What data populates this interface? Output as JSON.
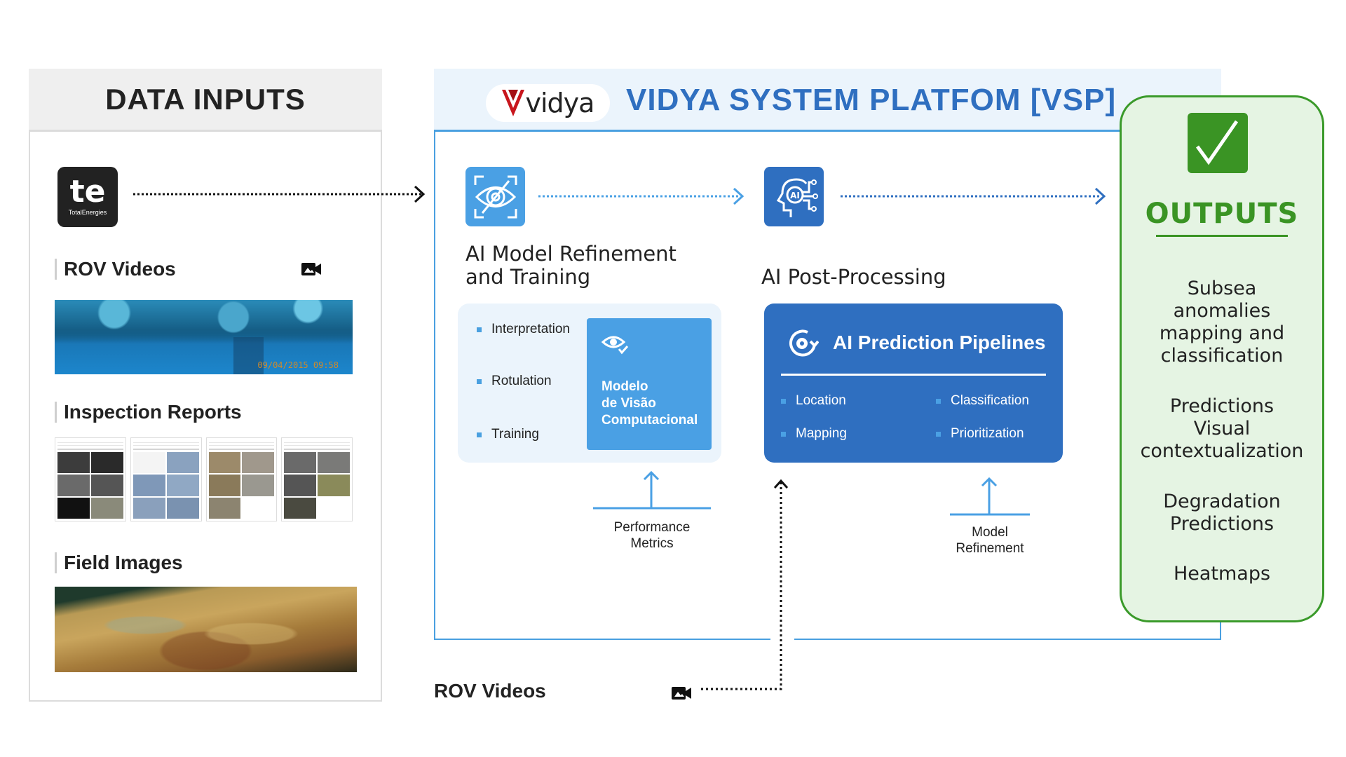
{
  "data_inputs": {
    "title": "DATA INPUTS",
    "source_logo": {
      "name": "TotalEnergies",
      "mark": "te"
    },
    "sections": [
      {
        "label": "ROV Videos",
        "icon": "video-camera-icon",
        "image_timestamp": "09/04/2015 09:58"
      },
      {
        "label": "Inspection Reports",
        "report_count": 4
      },
      {
        "label": "Field Images"
      }
    ]
  },
  "platform": {
    "logo_text": "vidya",
    "title": "VIDYA SYSTEM PLATFOM [VSP]",
    "steps": [
      {
        "icon": "eye-gear-icon",
        "title_line1": "AI Model Refinement",
        "title_line2": "and Training"
      },
      {
        "icon": "ai-head-icon",
        "title": "AI Post-Processing"
      }
    ],
    "training_card": {
      "bullets": [
        "Interpretation",
        "Rotulation",
        "Training"
      ],
      "model_box": {
        "line1": "Modelo",
        "line2": "de Visão",
        "line3": "Computacional"
      }
    },
    "prediction_card": {
      "title": "AI Prediction Pipelines",
      "bullets": [
        "Location",
        "Classification",
        "Mapping",
        "Prioritization"
      ]
    },
    "feedback": [
      {
        "line1": "Performance",
        "line2": "Metrics"
      },
      {
        "line1": "Model",
        "line2": "Refinement"
      }
    ],
    "bottom_input": {
      "label": "ROV Videos"
    }
  },
  "outputs": {
    "title": "OUTPUTS",
    "items": [
      "Subsea\nanomalies\nmapping and\nclassification",
      "Predictions\nVisual\ncontextualization",
      "Degradation\nPredictions",
      "Heatmaps"
    ]
  },
  "colors": {
    "accent_blue": "#2f6fc0",
    "light_blue": "#4aa0e4",
    "panel_tint": "#ebf4fc",
    "output_green": "#3a9424",
    "output_tint": "#e5f4e3"
  }
}
